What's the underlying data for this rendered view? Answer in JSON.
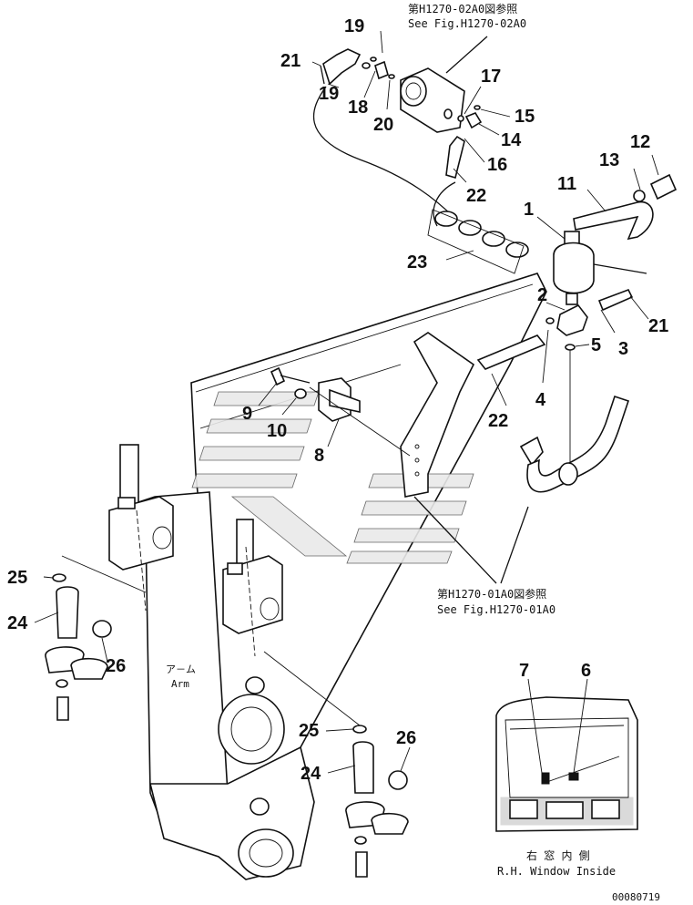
{
  "references": {
    "top": {
      "line1": "第H1270-02A0図参照",
      "line2": "See Fig.H1270-02A0"
    },
    "middle": {
      "line1": "第H1270-01A0図参照",
      "line2": "See Fig.H1270-01A0"
    }
  },
  "arm_label": {
    "jp": "ア－ム",
    "en": "Arm"
  },
  "window_label": {
    "jp": "右 窓 内 側",
    "en": "R.H. Window Inside"
  },
  "drawing_id": "00080719",
  "part_numbers": {
    "p1": "1",
    "p2": "2",
    "p3": "3",
    "p4": "4",
    "p5": "5",
    "p6": "6",
    "p7": "7",
    "p8": "8",
    "p9": "9",
    "p10": "10",
    "p11": "11",
    "p12": "12",
    "p13": "13",
    "p14": "14",
    "p15": "15",
    "p16": "16",
    "p17": "17",
    "p18": "18",
    "p19": "19",
    "p20": "20",
    "p21": "21",
    "p22": "22",
    "p23": "23",
    "p24": "24",
    "p25": "25",
    "p26": "26"
  }
}
